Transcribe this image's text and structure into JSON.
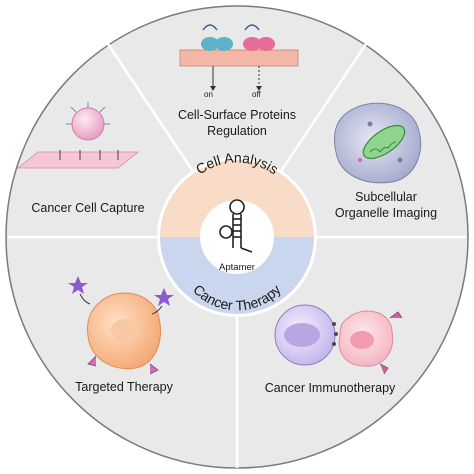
{
  "center": {
    "top_text": "Cell Analysis",
    "bottom_text": "Cancer Therapy",
    "core_label": "Aptamer",
    "colors": {
      "top": "#f9dcc8",
      "bottom": "#c9d6ee",
      "outer_ring": "#e9e9e9"
    }
  },
  "segments": [
    {
      "label_lines": [
        "Cell-Surface Proteins",
        "Regulation"
      ],
      "tags": [
        "on",
        "off"
      ]
    },
    {
      "label_lines": [
        "Subcellular",
        "Organelle Imaging"
      ]
    },
    {
      "label_lines": [
        "Cancer Immunotherapy"
      ]
    },
    {
      "label_lines": [
        "Targeted Therapy"
      ]
    },
    {
      "label_lines": [
        "Cancer Cell Capture"
      ]
    }
  ]
}
